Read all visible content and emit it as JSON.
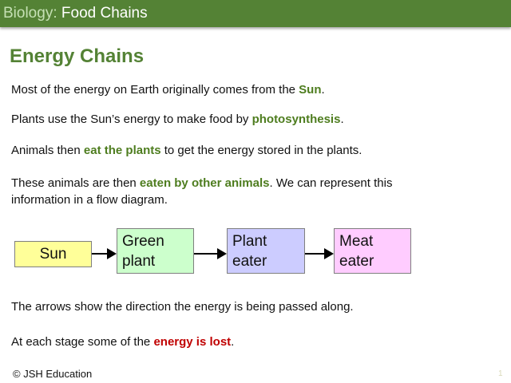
{
  "header": {
    "subject": "Biology:",
    "topic": "Food Chains",
    "bar_color": "#548235"
  },
  "title": "Energy Chains",
  "paragraphs": [
    {
      "before": "Most of the energy on Earth originally comes from the ",
      "highlight": "Sun",
      "after": "."
    },
    {
      "before": "Plants use the Sun’s energy to make food by ",
      "highlight": "photosynthesis",
      "after": "."
    },
    {
      "before": "Animals then ",
      "highlight": "eat the plants",
      "after": " to get the energy stored in the plants."
    },
    {
      "before": "These animals are then ",
      "highlight": "eaten by other animals",
      "after": ". We can represent this information in a flow diagram."
    },
    {
      "text": "The arrows show the direction the energy is being passed along."
    },
    {
      "before": "At each stage some of the ",
      "highlight": "energy is lost",
      "after": "."
    }
  ],
  "flow_diagram": {
    "nodes": [
      {
        "line1": "Sun",
        "line2": "",
        "color": "#ffff99"
      },
      {
        "line1": "Green",
        "line2": "plant",
        "color": "#ccffcc"
      },
      {
        "line1": "Plant",
        "line2": "eater",
        "color": "#ccccff"
      },
      {
        "line1": "Meat",
        "line2": "eater",
        "color": "#ffccff"
      }
    ],
    "edges": [
      {
        "from": "Sun",
        "to": "Green plant"
      },
      {
        "from": "Green plant",
        "to": "Plant eater"
      },
      {
        "from": "Plant eater",
        "to": "Meat eater"
      }
    ]
  },
  "colors": {
    "highlight_green": "#4e7d1f",
    "highlight_red": "#c00000"
  },
  "footer": {
    "copyright": "© JSH Education",
    "slide_number": "1"
  }
}
